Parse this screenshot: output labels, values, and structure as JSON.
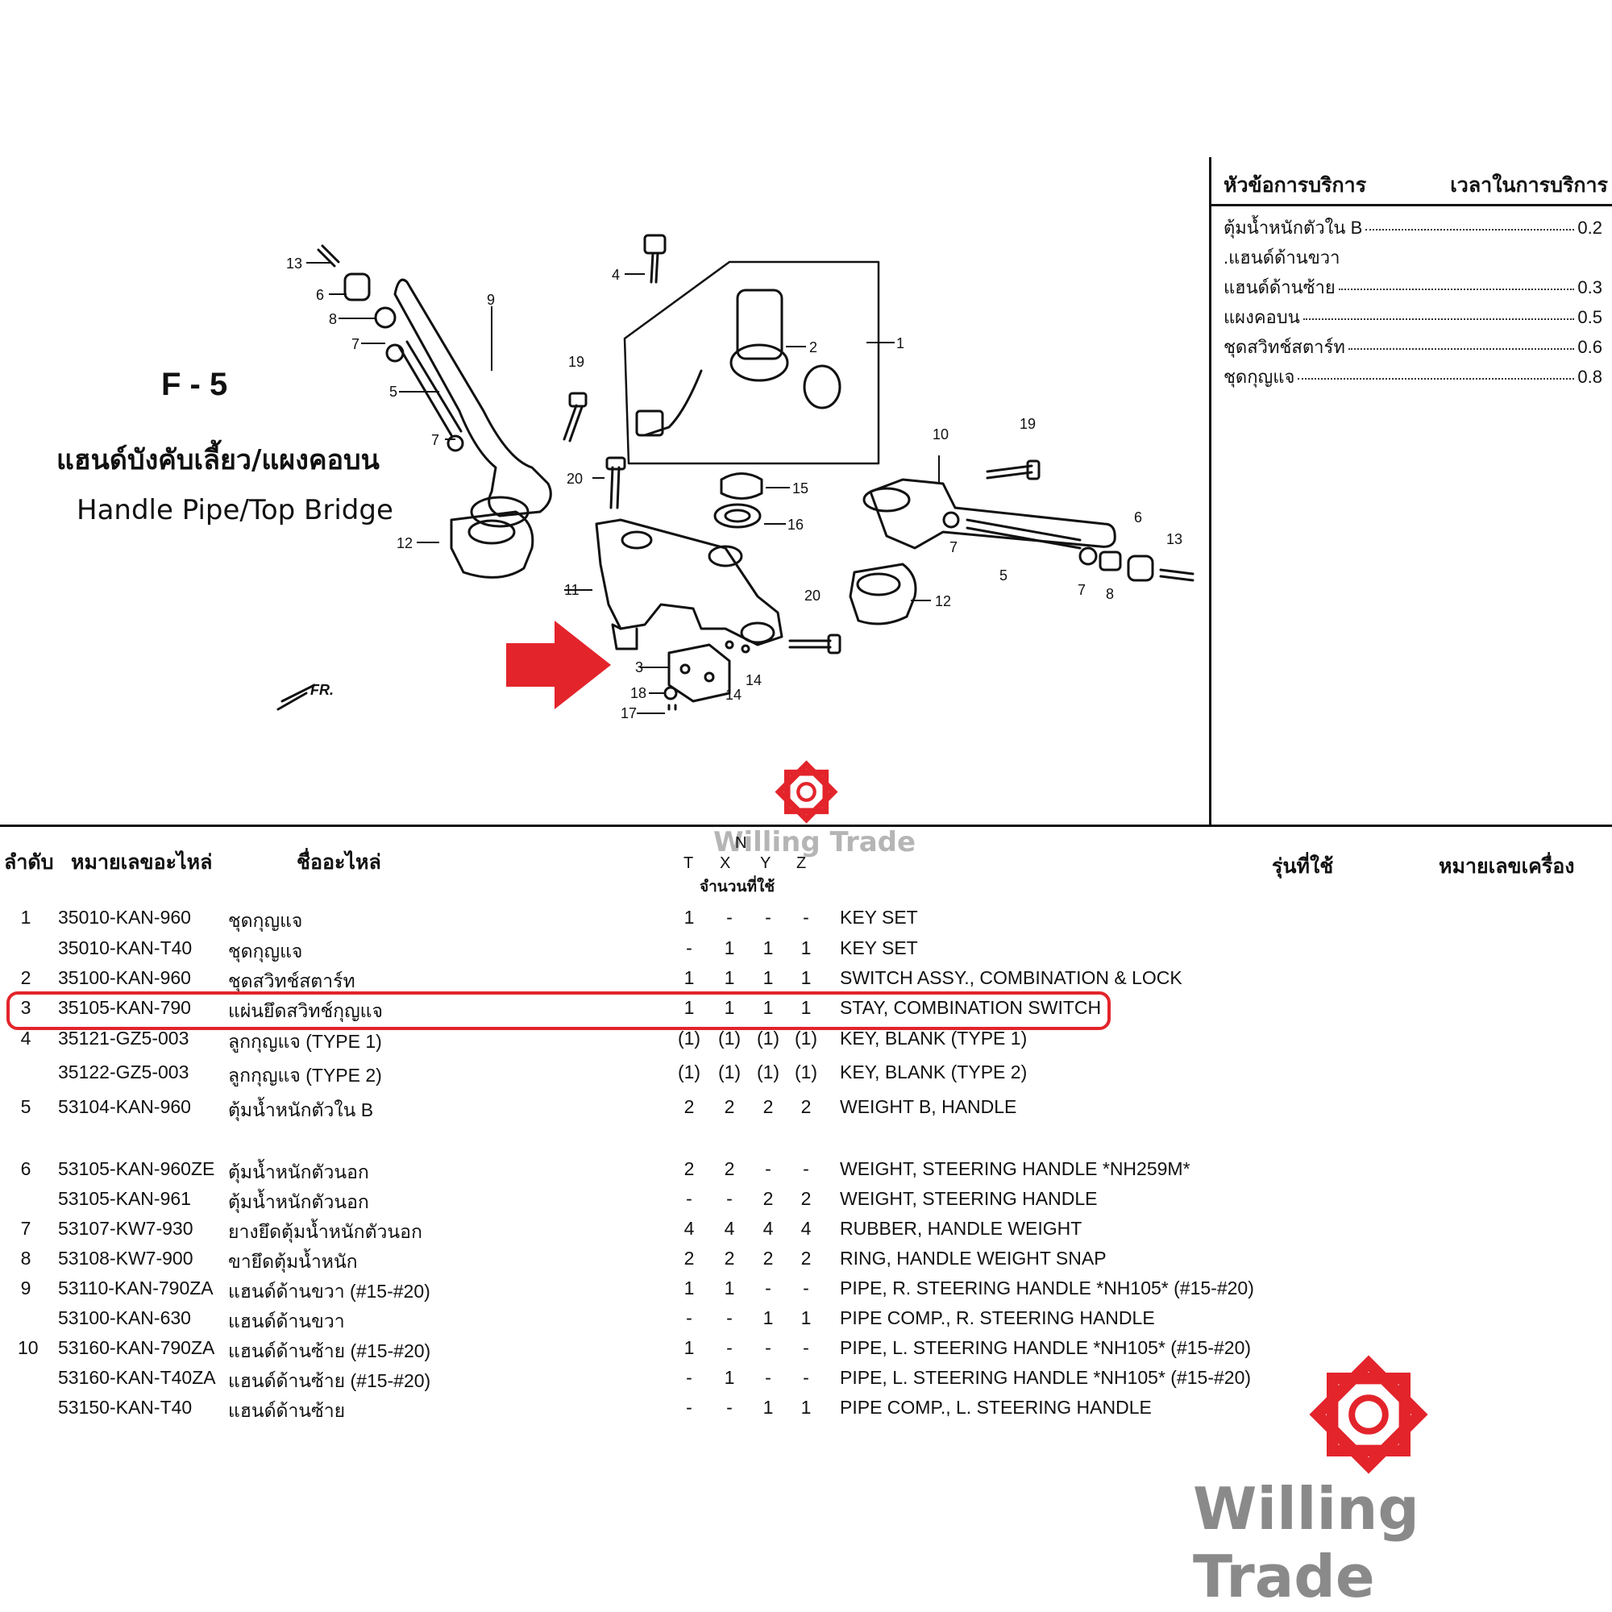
{
  "figure": {
    "code": "F - 5",
    "title_th": "แฮนด์บังคับเลี้ยว/แผงคอบน",
    "title_en": "Handle Pipe/Top Bridge",
    "front_label": "FR.",
    "callouts": [
      "1",
      "2",
      "3",
      "4",
      "5",
      "6",
      "7",
      "8",
      "9",
      "10",
      "11",
      "12",
      "13",
      "14",
      "15",
      "16",
      "17",
      "18",
      "19",
      "20"
    ]
  },
  "service": {
    "header_item": "หัวข้อการบริการ",
    "header_time": "เวลาในการบริการ",
    "items": [
      {
        "name": "ตุ้มน้ำหนักตัวใน B",
        "value": "0.2"
      },
      {
        "name": ".แฮนด์ด้านขวา",
        "value": ""
      },
      {
        "name": "แฮนด์ด้านซ้าย",
        "value": "0.3"
      },
      {
        "name": "แผงคอบน",
        "value": "0.5"
      },
      {
        "name": "ชุดสวิทช์สตาร์ท",
        "value": "0.6"
      },
      {
        "name": "ชุดกุญแจ",
        "value": "0.8"
      }
    ]
  },
  "table": {
    "headers": {
      "no": "ลำดับ",
      "part_no": "หมายเลขอะไหล่",
      "part_name": "ชื่ออะไหล่",
      "qty_top": "N",
      "qty_cols": [
        "T",
        "X",
        "Y",
        "Z"
      ],
      "qty_label": "จำนวนที่ใช้",
      "model": "รุ่นที่ใช้",
      "engine_no": "หมายเลขเครื่อง"
    },
    "rows": [
      {
        "no": "1",
        "part": "35010-KAN-960",
        "th": "ชุดกุญแจ",
        "q": [
          "1",
          "-",
          "-",
          "-"
        ],
        "en": "KEY SET"
      },
      {
        "no": "",
        "part": "35010-KAN-T40",
        "th": "ชุดกุญแจ",
        "q": [
          "-",
          "1",
          "1",
          "1"
        ],
        "en": "KEY SET"
      },
      {
        "no": "2",
        "part": "35100-KAN-960",
        "th": "ชุดสวิทช์สตาร์ท",
        "q": [
          "1",
          "1",
          "1",
          "1"
        ],
        "en": "SWITCH ASSY., COMBINATION & LOCK"
      },
      {
        "no": "3",
        "part": "35105-KAN-790",
        "th": "แผ่นยึดสวิทช์กุญแจ",
        "q": [
          "1",
          "1",
          "1",
          "1"
        ],
        "en": "STAY, COMBINATION SWITCH"
      },
      {
        "no": "4",
        "part": "35121-GZ5-003",
        "th": "ลูกกุญแจ (TYPE 1)",
        "q": [
          "(1)",
          "(1)",
          "(1)",
          "(1)"
        ],
        "en": "KEY, BLANK (TYPE 1)"
      },
      {
        "no": "",
        "part": "35122-GZ5-003",
        "th": "ลูกกุญแจ (TYPE 2)",
        "q": [
          "(1)",
          "(1)",
          "(1)",
          "(1)"
        ],
        "en": "KEY, BLANK (TYPE 2)"
      },
      {
        "no": "5",
        "part": "53104-KAN-960",
        "th": "ตุ้มน้ำหนักตัวใน B",
        "q": [
          "2",
          "2",
          "2",
          "2"
        ],
        "en": "WEIGHT B, HANDLE"
      },
      {
        "no": "6",
        "part": "53105-KAN-960ZE",
        "th": "ตุ้มน้ำหนักตัวนอก",
        "q": [
          "2",
          "2",
          "-",
          "-"
        ],
        "en": "WEIGHT, STEERING HANDLE *NH259M*"
      },
      {
        "no": "",
        "part": "53105-KAN-961",
        "th": "ตุ้มน้ำหนักตัวนอก",
        "q": [
          "-",
          "-",
          "2",
          "2"
        ],
        "en": "WEIGHT, STEERING HANDLE"
      },
      {
        "no": "7",
        "part": "53107-KW7-930",
        "th": "ยางยึดตุ้มน้ำหนักตัวนอก",
        "q": [
          "4",
          "4",
          "4",
          "4"
        ],
        "en": "RUBBER, HANDLE WEIGHT"
      },
      {
        "no": "8",
        "part": "53108-KW7-900",
        "th": "ขายึดตุ้มน้ำหนัก",
        "q": [
          "2",
          "2",
          "2",
          "2"
        ],
        "en": "RING, HANDLE WEIGHT SNAP"
      },
      {
        "no": "9",
        "part": "53110-KAN-790ZA",
        "th": "แฮนด์ด้านขวา (#15-#20)",
        "q": [
          "1",
          "1",
          "-",
          "-"
        ],
        "en": "PIPE, R. STEERING HANDLE *NH105* (#15-#20)"
      },
      {
        "no": "",
        "part": "53100-KAN-630",
        "th": "แฮนด์ด้านขวา",
        "q": [
          "-",
          "-",
          "1",
          "1"
        ],
        "en": "PIPE COMP., R. STEERING HANDLE"
      },
      {
        "no": "10",
        "part": "53160-KAN-790ZA",
        "th": "แฮนด์ด้านซ้าย (#15-#20)",
        "q": [
          "1",
          "-",
          "-",
          "-"
        ],
        "en": "PIPE, L. STEERING HANDLE *NH105* (#15-#20)"
      },
      {
        "no": "",
        "part": "53160-KAN-T40ZA",
        "th": "แฮนด์ด้านซ้าย (#15-#20)",
        "q": [
          "-",
          "1",
          "-",
          "-"
        ],
        "en": "PIPE, L. STEERING HANDLE *NH105* (#15-#20)"
      },
      {
        "no": "",
        "part": "53150-KAN-T40",
        "th": "แฮนด์ด้านซ้าย",
        "q": [
          "-",
          "-",
          "1",
          "1"
        ],
        "en": "PIPE COMP., L. STEERING HANDLE"
      }
    ]
  },
  "watermark": {
    "text": "Willing Trade",
    "accent": "#e3242b",
    "text_color": "#8a8a8a"
  }
}
